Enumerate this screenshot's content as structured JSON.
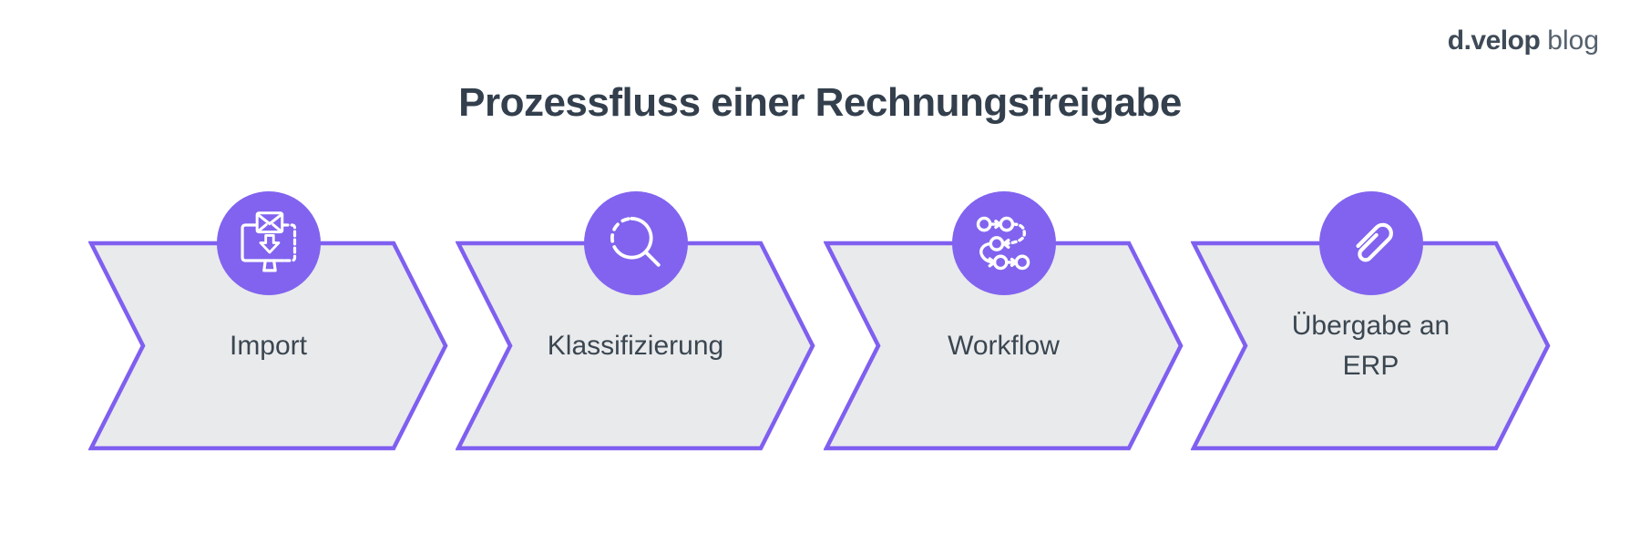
{
  "logo": {
    "brand": "d.velop",
    "suffix": "blog"
  },
  "title": "Prozessfluss einer Rechnungsfreigabe",
  "steps": [
    {
      "label": "Import",
      "icon": "mail-import-icon"
    },
    {
      "label": "Klassifizierung",
      "icon": "magnifier-icon"
    },
    {
      "label": "Workflow",
      "icon": "workflow-icon"
    },
    {
      "label": "Übergabe an ERP",
      "icon": "paperclip-icon"
    }
  ],
  "colors": {
    "accent_purple": "#8163EF",
    "chevron_border": "#7F5FF0",
    "chevron_fill": "#E9EAEC",
    "title_color": "#333F4C",
    "label_color": "#3A4650",
    "logo_brand_color": "#3E4A57",
    "logo_suffix_color": "#55616D"
  }
}
